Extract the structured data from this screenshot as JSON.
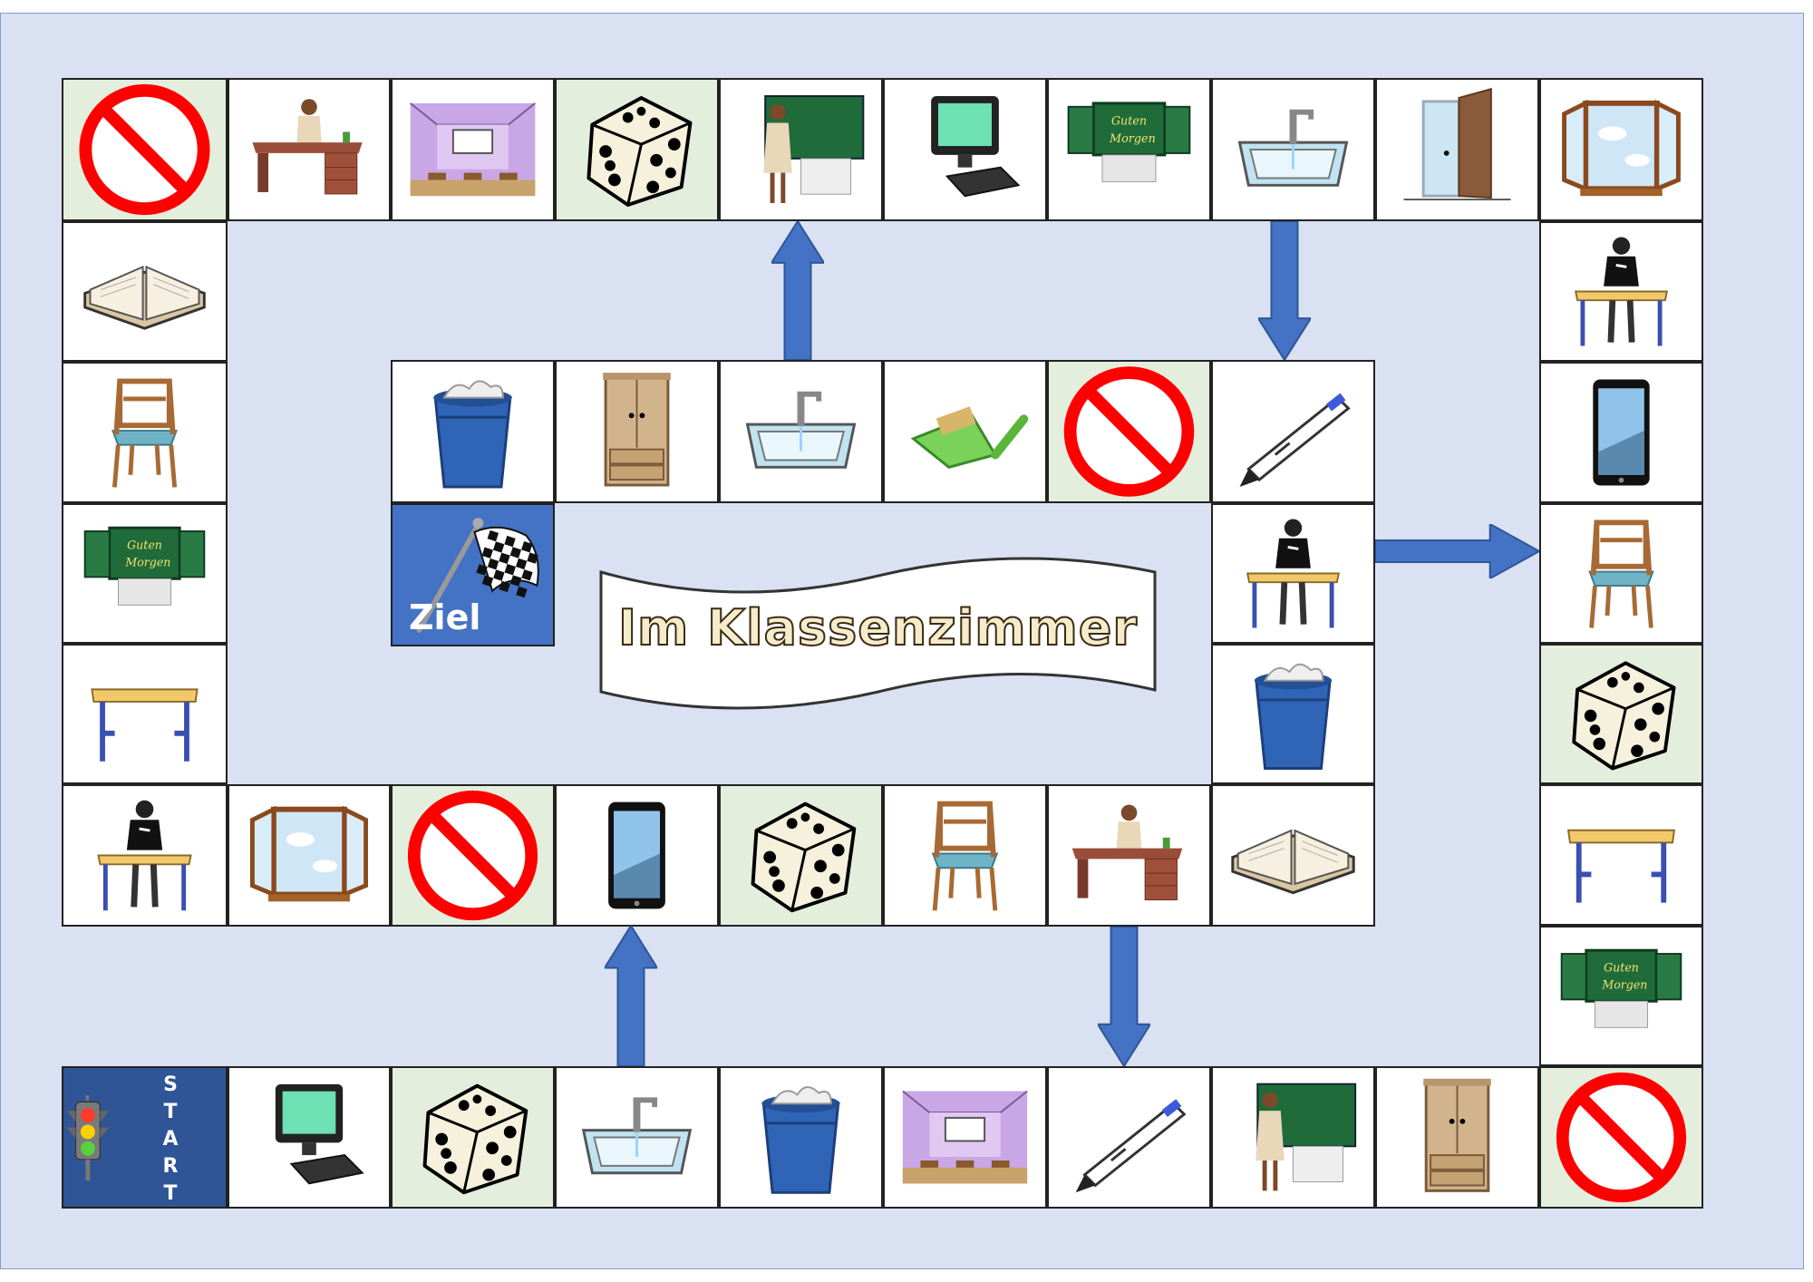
{
  "title": "Im Klassenzimmer",
  "start_label": "START",
  "goal_label": "Ziel",
  "board_text": "Guten Morgen",
  "colors": {
    "background": "#d9e1f2",
    "special_cell": "#e3eedc",
    "arrow": "#4472c4",
    "goal_cell": "#4472c4",
    "start_cell": "#2f5597",
    "stop_sign": "#ff0000"
  },
  "board_cells": [
    {
      "name": "start",
      "icon": "traffic-light-icon"
    },
    {
      "name": "computer",
      "icon": "computer-icon"
    },
    {
      "name": "dice",
      "icon": "dice-icon",
      "special": true
    },
    {
      "name": "sink",
      "icon": "sink-icon"
    },
    {
      "name": "wastebasket",
      "icon": "wastebasket-icon"
    },
    {
      "name": "classroom",
      "icon": "classroom-icon"
    },
    {
      "name": "marker",
      "icon": "marker-icon"
    },
    {
      "name": "teacher-at-board",
      "icon": "teacher-board-icon"
    },
    {
      "name": "cupboard",
      "icon": "cupboard-icon"
    },
    {
      "name": "stop",
      "icon": "stop-icon",
      "special": true
    },
    {
      "name": "chalkboard",
      "icon": "chalkboard-icon"
    },
    {
      "name": "table",
      "icon": "table-icon"
    },
    {
      "name": "dice",
      "icon": "dice-icon",
      "special": true
    },
    {
      "name": "chair",
      "icon": "chair-icon"
    },
    {
      "name": "tablet",
      "icon": "tablet-icon"
    },
    {
      "name": "student-at-desk",
      "icon": "student-desk-icon"
    },
    {
      "name": "window",
      "icon": "window-icon"
    },
    {
      "name": "door",
      "icon": "door-icon"
    },
    {
      "name": "sink",
      "icon": "sink-icon"
    },
    {
      "name": "chalkboard",
      "icon": "chalkboard-icon"
    },
    {
      "name": "computer",
      "icon": "computer-icon"
    },
    {
      "name": "teacher-at-board",
      "icon": "teacher-board-icon"
    },
    {
      "name": "dice",
      "icon": "dice-icon",
      "special": true
    },
    {
      "name": "classroom",
      "icon": "classroom-icon"
    },
    {
      "name": "teacher-desk",
      "icon": "teacher-desk-icon"
    },
    {
      "name": "stop",
      "icon": "stop-icon",
      "special": true
    },
    {
      "name": "book",
      "icon": "book-icon"
    },
    {
      "name": "chair",
      "icon": "chair-icon"
    },
    {
      "name": "chalkboard",
      "icon": "chalkboard-icon"
    },
    {
      "name": "table",
      "icon": "table-icon"
    },
    {
      "name": "student-at-desk",
      "icon": "student-desk-icon"
    },
    {
      "name": "window",
      "icon": "window-icon"
    },
    {
      "name": "stop",
      "icon": "stop-icon",
      "special": true
    },
    {
      "name": "tablet",
      "icon": "tablet-icon"
    },
    {
      "name": "dice",
      "icon": "dice-icon",
      "special": true
    },
    {
      "name": "chair",
      "icon": "chair-icon"
    },
    {
      "name": "teacher-desk",
      "icon": "teacher-desk-icon"
    },
    {
      "name": "book",
      "icon": "book-icon"
    },
    {
      "name": "wastebasket",
      "icon": "wastebasket-icon"
    },
    {
      "name": "student-at-desk",
      "icon": "student-desk-icon"
    },
    {
      "name": "marker",
      "icon": "marker-icon"
    },
    {
      "name": "stop",
      "icon": "stop-icon",
      "special": true
    },
    {
      "name": "dustpan",
      "icon": "dustpan-icon"
    },
    {
      "name": "sink",
      "icon": "sink-icon"
    },
    {
      "name": "cupboard",
      "icon": "cupboard-icon"
    },
    {
      "name": "wastebasket",
      "icon": "wastebasket-icon"
    },
    {
      "name": "goal",
      "icon": "checkered-flag-icon"
    }
  ]
}
